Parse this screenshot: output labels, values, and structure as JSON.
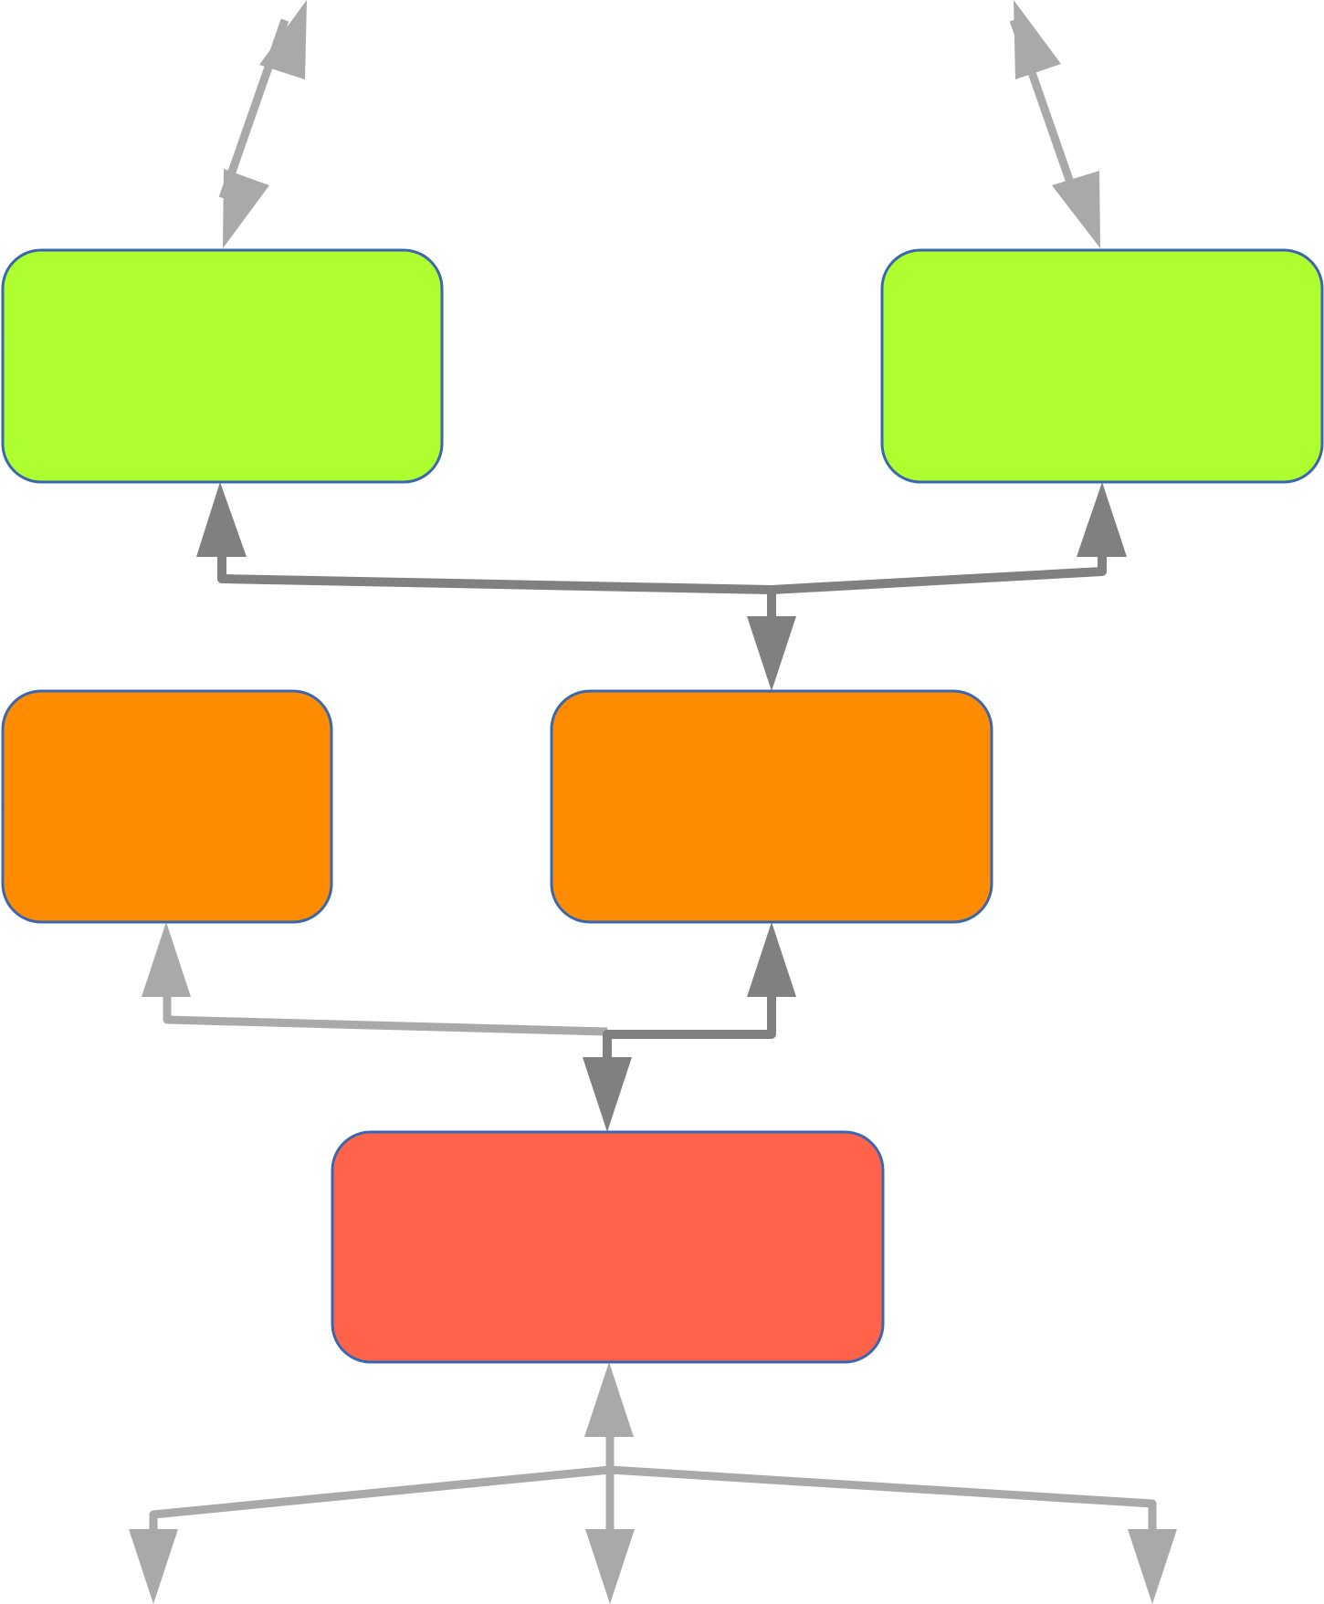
{
  "diagram": {
    "colors": {
      "green": "#adff2f",
      "orange": "#ff8c00",
      "red": "#ff634a",
      "node_border": "#3a66b0",
      "edge_dark": "#808080",
      "edge_light": "#a9a9a9",
      "background": "#ffffff"
    },
    "nodes": [
      {
        "id": "top-left",
        "label": "",
        "color": "green"
      },
      {
        "id": "top-right",
        "label": "",
        "color": "green"
      },
      {
        "id": "middle-left",
        "label": "",
        "color": "orange"
      },
      {
        "id": "middle-center",
        "label": "",
        "color": "orange"
      },
      {
        "id": "bottom",
        "label": "",
        "color": "red"
      }
    ],
    "edges": [
      {
        "id": "top-left-up",
        "color": "edge_light",
        "bidirectional": true
      },
      {
        "id": "top-right-up",
        "color": "edge_light",
        "bidirectional": true
      },
      {
        "id": "middle-center-to-tops",
        "color": "edge_dark",
        "bidirectional": true
      },
      {
        "id": "bottom-to-middle-left",
        "color": "edge_light",
        "bidirectional": true
      },
      {
        "id": "bottom-to-middle-center",
        "color": "edge_dark",
        "bidirectional": true
      },
      {
        "id": "bottom-down-fan",
        "color": "edge_light",
        "bidirectional": true
      }
    ]
  }
}
